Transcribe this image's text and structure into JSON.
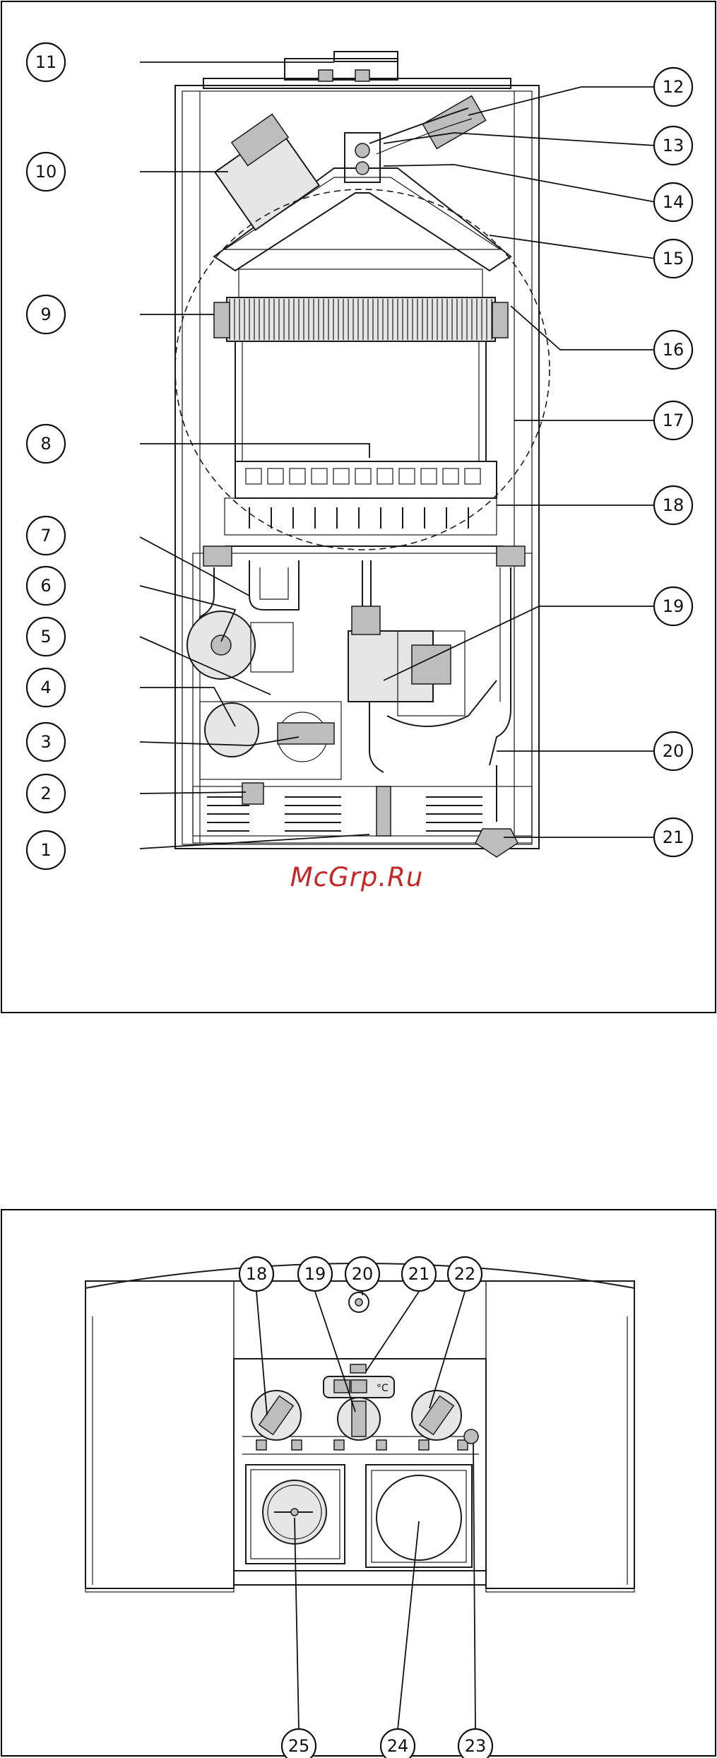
{
  "watermark": "McGrp.Ru",
  "boiler_callouts": [
    "1",
    "2",
    "3",
    "4",
    "5",
    "6",
    "7",
    "8",
    "9",
    "10",
    "11",
    "12",
    "13",
    "14",
    "15",
    "16",
    "17",
    "18",
    "19",
    "20",
    "21"
  ],
  "panel_callouts": [
    "18",
    "19",
    "20",
    "21",
    "22",
    "23",
    "24",
    "25"
  ]
}
